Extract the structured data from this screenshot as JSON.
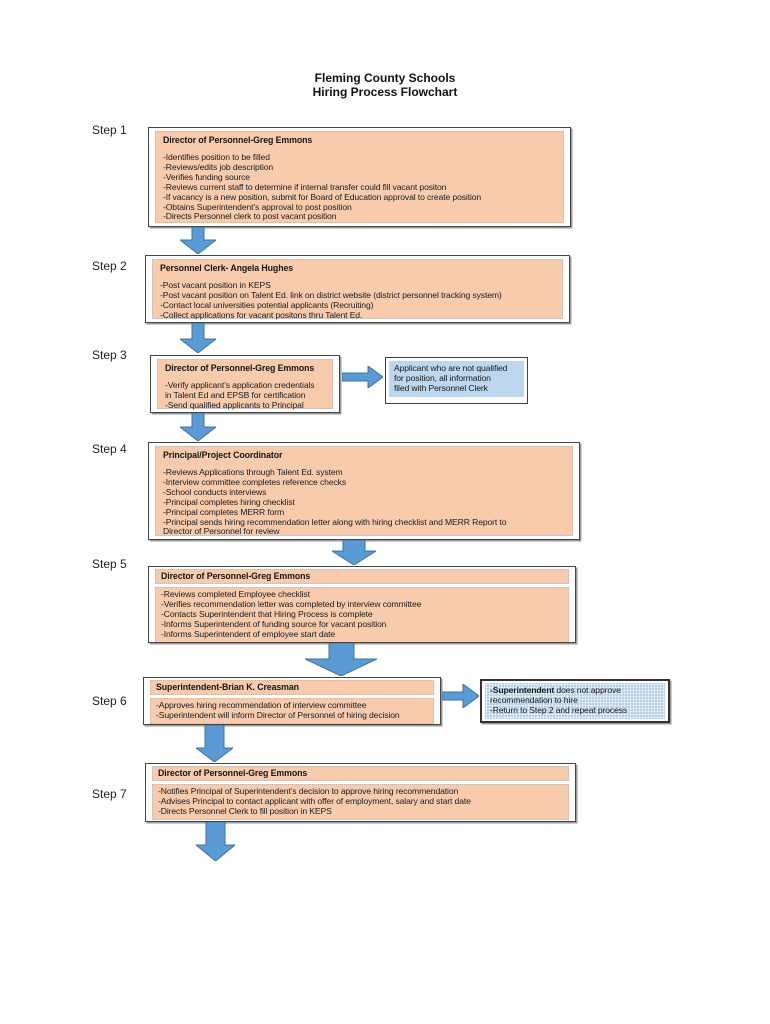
{
  "title": {
    "line1": "Fleming County Schools",
    "line2": "Hiring Process Flowchart"
  },
  "colors": {
    "box_fill_peach": "#F8CBAD",
    "note_fill_blue": "#BDD7EE",
    "arrow_fill": "#5B9BD5",
    "arrow_border": "#41719C",
    "box_border": "#464646"
  },
  "steps": [
    {
      "label": "Step 1",
      "header": "Director of Personnel-Greg Emmons",
      "lines": [
        "-Identifies position to be filled",
        "-Reviews/edits job description",
        "-Verifies funding source",
        "-Reviews current staff to determine if internal transfer could fill vacant positon",
        "-If vacancy is a new position, submit for Board of Education approval to create position",
        "-Obtains Superintendent’s approval to post position",
        "-Directs Personnel clerk to post vacant position"
      ]
    },
    {
      "label": "Step 2",
      "header": "Personnel Clerk- Angela Hughes",
      "lines": [
        "-Post vacant position in KEPS",
        "-Post vacant position on Talent Ed. link on district website (district personnel tracking system)",
        "-Contact local universities potential applicants (Recruiting)",
        "-Collect applications for vacant positons thru Talent Ed."
      ]
    },
    {
      "label": "Step 3",
      "header": "Director of Personnel-Greg Emmons",
      "lines": [
        "-Verify applicant’s application credentials",
        "in Talent Ed and EPSB for certification",
        "-Send qualified applicants to Principal"
      ]
    },
    {
      "label": "Step 4",
      "header": "Principal/Project Coordinator",
      "lines": [
        "-Reviews Applications through Talent Ed. system",
        "-Interview committee completes reference checks",
        "-School conducts interviews",
        "-Principal completes hiring checklist",
        "-Principal completes MERR form",
        "-Principal sends hiring recommendation letter along with hiring checklist and MERR Report to",
        "Director of Personnel for review"
      ]
    },
    {
      "label": "Step 5",
      "header": "Director of Personnel-Greg Emmons",
      "lines": [
        "-Reviews completed Employee checklist",
        "-Verifies recommendation letter was completed by interview committee",
        "-Contacts Superintendent that Hiring Process is complete",
        "-Informs Superintendent of funding source for vacant position",
        "-Informs Superintendent of employee start date"
      ]
    },
    {
      "label": "Step 6",
      "header": "Superintendent-Brian K. Creasman",
      "lines": [
        "-Approves hiring recommendation of interview committee",
        "-Superintendent will inform Director of Personnel of hiring decision"
      ]
    },
    {
      "label": "Step 7",
      "header": "Director of Personnel-Greg Emmons",
      "lines": [
        "-Notifies Principal of Superintendent’s decision to approve hiring recommendation",
        "-Advises Principal to contact applicant with offer of employment, salary and start date",
        "-Directs Personnel Clerk to fill position in KEPS"
      ]
    }
  ],
  "side_notes": {
    "step3": {
      "line1": "Applicant who are not qualified",
      "line2": "for position, all information",
      "line3": "filed with Personnel Clerk"
    },
    "step6": {
      "bold_lead": "-Superintendent",
      "lead_rest": " does not approve",
      "line2": "recommendation to hire",
      "line3": "-Return to Step 2 and repeat process"
    }
  }
}
